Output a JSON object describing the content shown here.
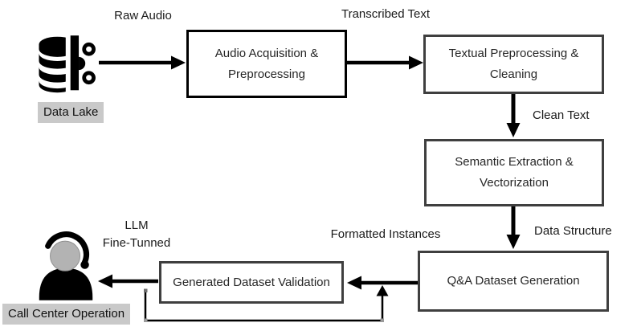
{
  "diagram": {
    "background": "#ffffff",
    "colors": {
      "primary_box_border": "#000000",
      "secondary_box_border": "#3f3f3f",
      "label_background": "#c9c9c9",
      "arrow": "#000000",
      "text": "#212121",
      "agent_head_fill": "#b3b3b3",
      "icon_fill": "#000000",
      "connector_dot": "#8a8a8a"
    },
    "sources": {
      "data_lake": {
        "label": "Data Lake",
        "icon": "data-lake-icon"
      },
      "call_center": {
        "label": "Call Center Operation",
        "icon": "call-center-agent-icon"
      }
    },
    "process_boxes": {
      "audio_acquisition": {
        "line1": "Audio Acquisition &",
        "line2": "Preprocessing"
      },
      "textual_preprocessing": {
        "line1": "Textual Preprocessing &",
        "line2": "Cleaning"
      },
      "semantic_extraction": {
        "line1": "Semantic Extraction &",
        "line2": "Vectorization"
      },
      "qa_dataset_generation": {
        "line1": "Q&A Dataset Generation"
      },
      "generated_dataset_validation": {
        "line1": "Generated Dataset Validation"
      }
    },
    "edge_labels": {
      "raw_audio": "Raw Audio",
      "transcribed_text": "Transcribed Text",
      "clean_text": "Clean Text",
      "data_structure": "Data Structure",
      "formatted_instances": "Formatted Instances",
      "llm_fine_tuned_line1": "LLM",
      "llm_fine_tuned_line2": "Fine-Tunned"
    }
  }
}
